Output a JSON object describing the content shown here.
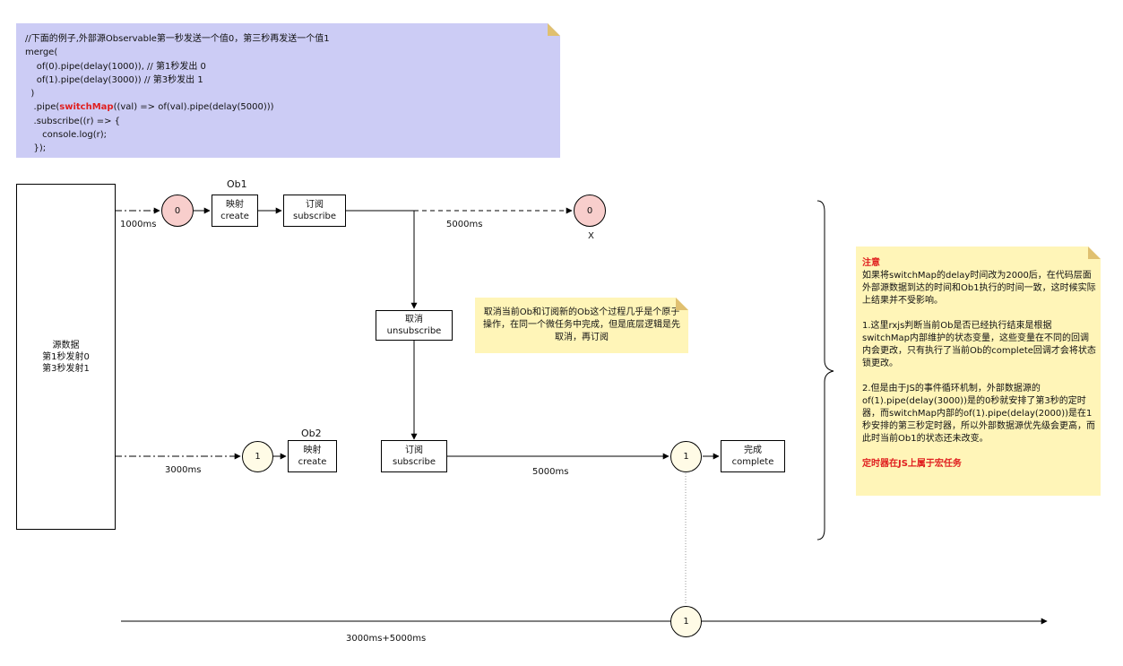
{
  "code_note": {
    "lines": [
      "//下面的例子,外部源Observable第一秒发送一个值0，第三秒再发送一个值1",
      "merge(",
      "    of(0).pipe(delay(1000)), // 第1秒发出 0",
      "    of(1).pipe(delay(3000)) // 第3秒发出 1",
      "  )",
      "   .pipe(",
      "   .subscribe((r) => {",
      "      console.log(r);",
      "   });"
    ],
    "pipe_highlight": "switchMap",
    "pipe_rest": "((val) => of(val).pipe(delay(5000)))"
  },
  "source_box": {
    "line1": "源数据",
    "line2": "第1秒发射0",
    "line3": "第3秒发射1"
  },
  "row1": {
    "delay_label": "1000ms",
    "circle_in": "0",
    "ob_label": "Ob1",
    "map_box": {
      "line1": "映射",
      "line2": "create"
    },
    "subscribe_box": {
      "line1": "订阅",
      "line2": "subscribe"
    },
    "inner_delay_label": "5000ms",
    "circle_out": "0",
    "cancel_mark": "X"
  },
  "unsubscribe_box": {
    "line1": "取消",
    "line2": "unsubscribe"
  },
  "center_note": "取消当前Ob和订阅新的Ob这个过程几乎是个原子操作，在同一个微任务中完成，但是底层逻辑是先取消，再订阅",
  "row2": {
    "delay_label": "3000ms",
    "circle_in": "1",
    "ob_label": "Ob2",
    "map_box": {
      "line1": "映射",
      "line2": "create"
    },
    "subscribe_box": {
      "line1": "订阅",
      "line2": "subscribe"
    },
    "inner_delay_label": "5000ms",
    "circle_out": "1",
    "complete_box": {
      "line1": "完成",
      "line2": "complete"
    }
  },
  "timeline": {
    "circle": "1",
    "label": "3000ms+5000ms"
  },
  "side_note": {
    "title": "注意",
    "p1": "如果将switchMap的delay时间改为2000后，在代码层面外部源数据到达的时间和Ob1执行的时间一致，这时候实际上结果并不受影响。",
    "p2": "1.这里rxjs判断当前Ob是否已经执行结束是根据switchMap内部维护的状态变量，这些变量在不同的回调内会更改，只有执行了当前Ob的complete回调才会将状态锁更改。",
    "p3": "2.但是由于JS的事件循环机制，外部数据源的of(1).pipe(delay(3000))是的0秒就安排了第3秒的定时器，而switchMap内部的of(1).pipe(delay(2000))是在1秒安排的第三秒定时器，所以外部数据源优先级会更高，而此时当前Ob1的状态还未改变。",
    "footer": "定时器在JS上属于宏任务"
  },
  "colors": {
    "code_note_bg": "#ccccf5",
    "yellow_note_bg": "#fff5b8",
    "red_circle": "#f8cecc",
    "yellow_circle": "#fffbe6",
    "highlight": "#e02020"
  }
}
